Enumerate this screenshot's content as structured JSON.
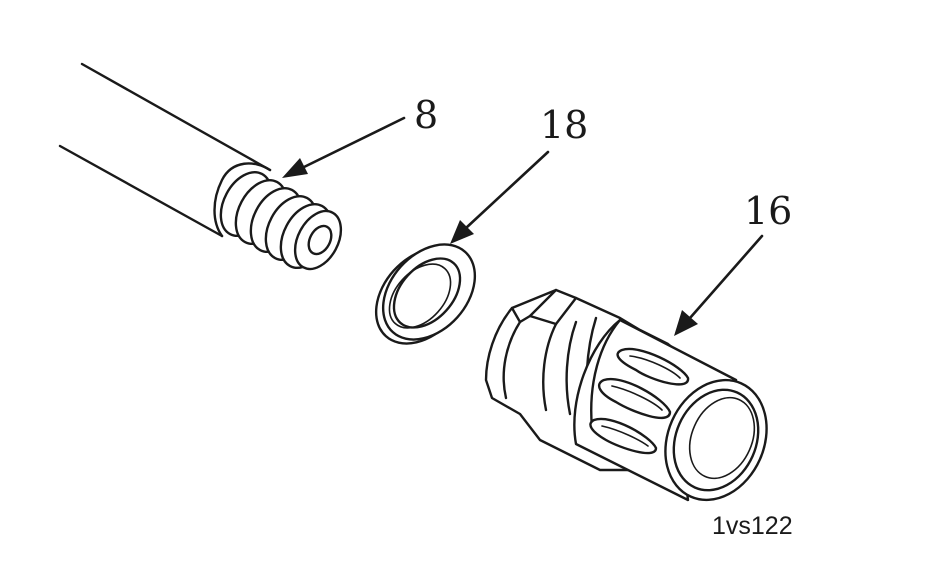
{
  "callouts": [
    {
      "id": "barrel",
      "label": "8"
    },
    {
      "id": "crush-washer",
      "label": "18"
    },
    {
      "id": "flash-hider",
      "label": "16"
    }
  ],
  "figure_id": "1vs122"
}
